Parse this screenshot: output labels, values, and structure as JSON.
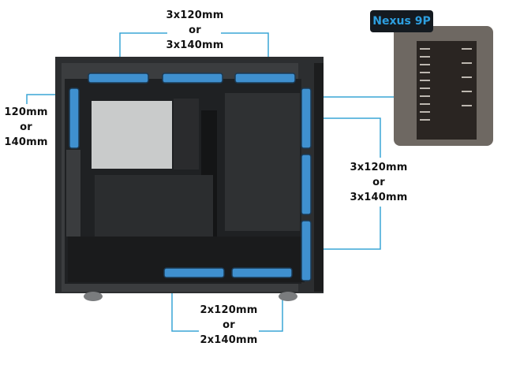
{
  "labels": {
    "top": {
      "line1": "3x120mm",
      "line2": "or",
      "line3": "3x140mm"
    },
    "left": {
      "line1": "120mm",
      "line2": "or",
      "line3": "140mm"
    },
    "right": {
      "line1": "3x120mm",
      "line2": "or",
      "line3": "3x140mm"
    },
    "bottom": {
      "line1": "2x120mm",
      "line2": "or",
      "line3": "2x140mm"
    }
  },
  "inset": {
    "title": "Nexus 9P"
  },
  "colors": {
    "callout_line": "#3aa5d6",
    "fan": "#3f90cf",
    "case": "#2a2c2e",
    "badge_text": "#2d9fe0"
  }
}
